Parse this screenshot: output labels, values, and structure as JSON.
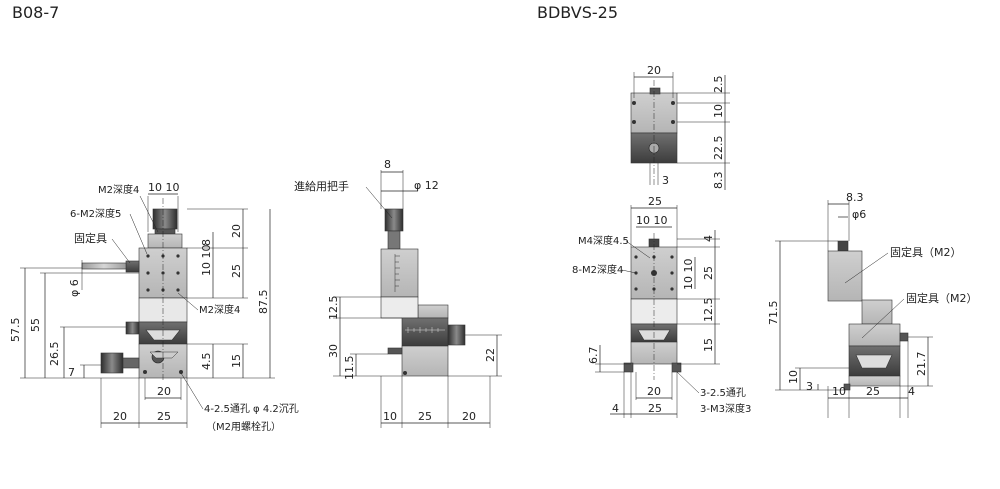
{
  "titles": {
    "left": "B08-7",
    "right": "BDBVS-25"
  },
  "b08": {
    "dims": {
      "d1010": "10 10",
      "d20_top": "20",
      "d8": "8",
      "d1010v": "10 10",
      "d25v": "25",
      "d875": "87.5",
      "d575": "57.5",
      "d55": "55",
      "d265": "26.5",
      "d7": "7",
      "d45": "4.5",
      "d15": "15",
      "d20_mid": "20",
      "d20_bl": "20",
      "d25_b": "25",
      "phi6": "φ 6"
    },
    "labels": {
      "m2d4_top": "M2深度4",
      "m2d5": "6-M2深度5",
      "fixture": "固定具",
      "m2d4_side": "M2深度4",
      "holes": "4-2.5通孔 φ 4.2沉孔",
      "holes2": "（M2用螺栓孔）"
    }
  },
  "mid": {
    "dims": {
      "d8": "8",
      "phi12": "φ 12",
      "d125": "12.5",
      "d30": "30",
      "d115": "11.5",
      "d22": "22",
      "d10": "10",
      "d25": "25",
      "d20": "20"
    },
    "labels": {
      "handle": "進給用把手"
    }
  },
  "top_view": {
    "dims": {
      "d20": "20",
      "d25": "2.5",
      "d10": "10",
      "d225": "22.5",
      "d83": "8.3",
      "d3": "3"
    }
  },
  "front": {
    "dims": {
      "d25": "25",
      "d1010": "10 10",
      "d4": "4",
      "d25v": "25",
      "d1010v": "10 10",
      "d125": "12.5",
      "d15": "15",
      "d67": "6.7",
      "d20": "20",
      "d4b": "4",
      "d25b": "25"
    },
    "labels": {
      "m4": "M4深度4.5",
      "m2": "8-M2深度4",
      "holes1": "3-2.5通孔",
      "holes2": "3-M3深度3"
    }
  },
  "side": {
    "dims": {
      "d83": "8.3",
      "phi6": "φ6",
      "d715": "71.5",
      "d10": "10",
      "d3": "3",
      "d217": "21.7",
      "d10b": "10",
      "d25": "25",
      "d4": "4"
    },
    "labels": {
      "fix1": "固定具（M2）",
      "fix2": "固定具（M2）"
    }
  }
}
